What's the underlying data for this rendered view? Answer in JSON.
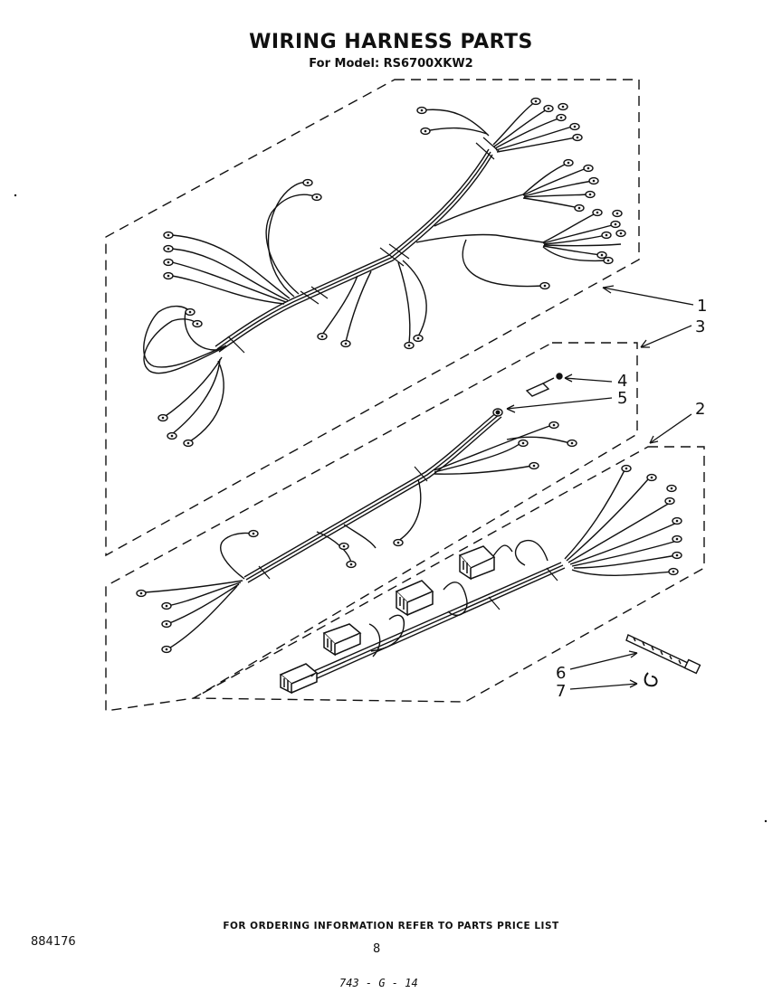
{
  "header": {
    "title": "WIRING HARNESS PARTS",
    "model_line": "For Model: RS6700XKW2"
  },
  "callouts": [
    "1",
    "3",
    "4",
    "5",
    "2",
    "6",
    "7"
  ],
  "footer": {
    "ordering_note": "FOR ORDERING INFORMATION REFER TO PARTS PRICE LIST",
    "doc_number": "884176",
    "page_number": "8",
    "handwritten_code": "743 - G - 14"
  }
}
